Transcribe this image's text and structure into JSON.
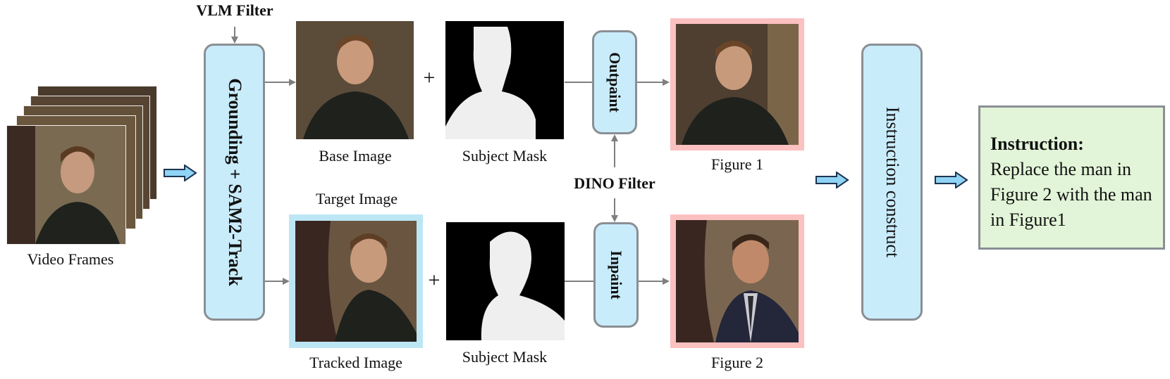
{
  "filters": {
    "vlm": "VLM Filter",
    "dino": "DINO Filter"
  },
  "input": {
    "label": "Video Frames"
  },
  "stages": {
    "grounding_track": "Grounding + SAM2-Track",
    "outpaint": "Outpaint",
    "inpaint": "Inpaint",
    "instruction_construct": "Instruction construct"
  },
  "top_row": {
    "base_image": "Base Image",
    "subject_mask": "Subject Mask",
    "output": "Figure 1"
  },
  "bottom_row": {
    "target_caption": "Target Image",
    "tracked_image": "Tracked Image",
    "subject_mask": "Subject Mask",
    "output": "Figure 2"
  },
  "operators": {
    "plus": "+"
  },
  "instruction": {
    "heading": "Instruction:",
    "body": "Replace the man in Figure 2 with the man in Figure1"
  },
  "colors": {
    "box_fill": "#c9ecfb",
    "box_border": "#8a8f94",
    "output_frame": "#fbc0c0",
    "target_frame": "#bde6f5",
    "instruction_fill": "#e2f5d8",
    "arrow_fill": "#8fd3f5",
    "arrow_outline": "#1d3550",
    "connector": "#7f7f7f"
  },
  "icons": {
    "flow_arrow": "block-right-arrow",
    "connector_arrow": "thin-arrow"
  }
}
